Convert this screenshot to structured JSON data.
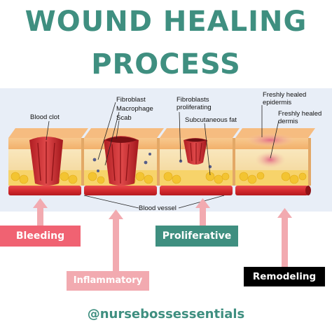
{
  "title": {
    "line1": "WOUND HEALING",
    "line2": "PROCESS"
  },
  "labels": {
    "blood_clot": "Blood clot",
    "fibroblast": "Fibroblast",
    "macrophage": "Macrophage",
    "scab": "Scab",
    "fibroblasts_proliferating_1": "Fibroblasts",
    "fibroblasts_proliferating_2": "proliferating",
    "subcutaneous_fat": "Subcutaneous fat",
    "freshly_healed_epidermis_1": "Freshly healed",
    "freshly_healed_epidermis_2": "epidermis",
    "freshly_healed_dermis_1": "Freshly healed",
    "freshly_healed_dermis_2": "dermis",
    "blood_vessel": "Blood vessel"
  },
  "stages": {
    "bleeding": "Bleeding",
    "inflammatory": "Inflammatory",
    "proliferative": "Proliferative",
    "remodeling": "Remodeling"
  },
  "handle": "@nursebossessentials",
  "colors": {
    "teal": "#3f8f80",
    "bleeding": "#f06272",
    "inflammatory": "#f2aab0",
    "arrow": "#f2aab0",
    "remodeling": "#000000"
  }
}
